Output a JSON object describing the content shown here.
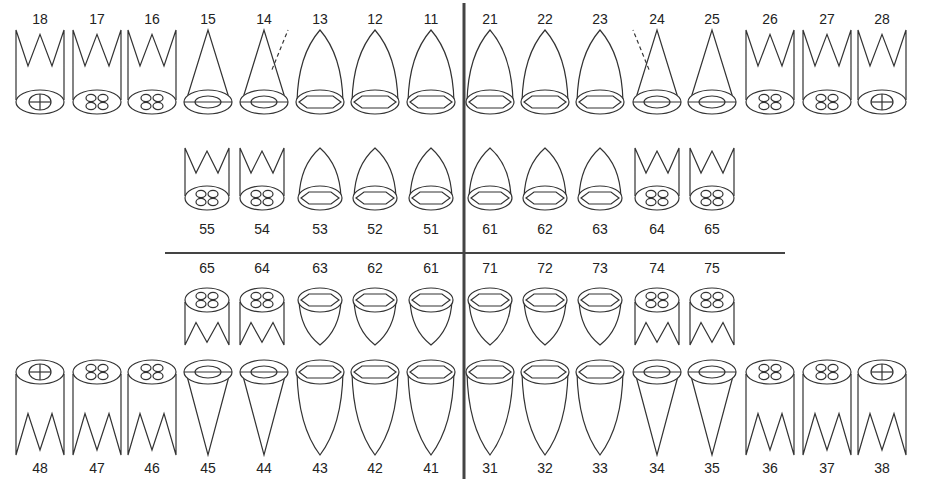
{
  "diagram": {
    "labels": [
      "18",
      "17",
      "16",
      "15",
      "14",
      "13",
      "12",
      "11",
      "21",
      "22",
      "23",
      "24",
      "25",
      "26",
      "27",
      "28",
      "55",
      "54",
      "53",
      "52",
      "51",
      "61",
      "62",
      "63",
      "64",
      "65",
      "65",
      "64",
      "63",
      "62",
      "61",
      "71",
      "72",
      "73",
      "74",
      "75",
      "48",
      "47",
      "46",
      "45",
      "44",
      "43",
      "42",
      "41",
      "31",
      "32",
      "33",
      "34",
      "35",
      "36",
      "37",
      "38"
    ]
  }
}
